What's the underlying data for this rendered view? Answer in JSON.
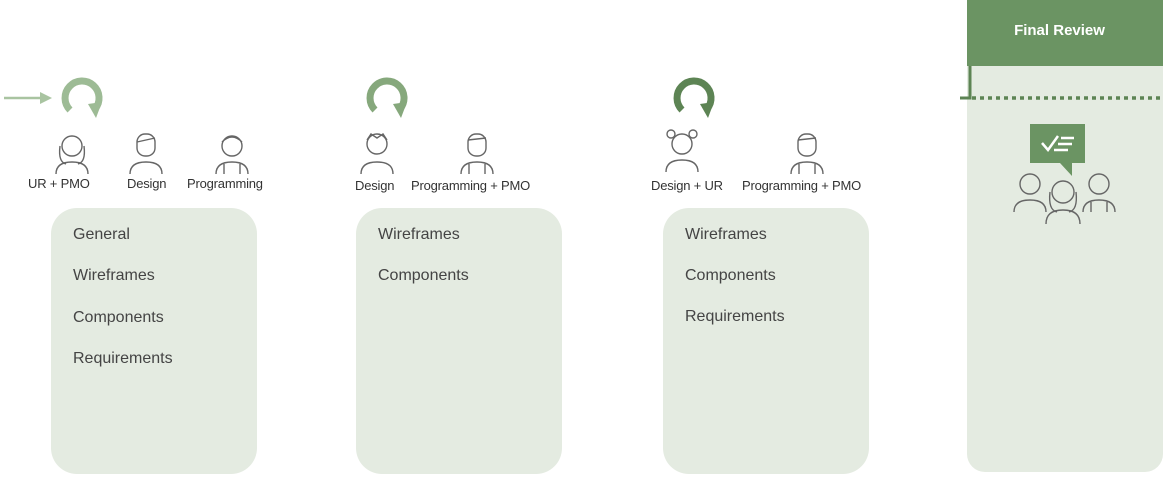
{
  "final_review": {
    "title": "Final Review"
  },
  "stages": [
    {
      "roles": [
        "UR + PMO",
        "Design",
        "Programming"
      ],
      "items": [
        "General",
        "Wireframes",
        "Components",
        "Requirements"
      ]
    },
    {
      "roles": [
        "Design",
        "Programming + PMO"
      ],
      "items": [
        "Wireframes",
        "Components"
      ]
    },
    {
      "roles": [
        "Design + UR",
        "Programming + PMO"
      ],
      "items": [
        "Wireframes",
        "Components",
        "Requirements"
      ]
    }
  ],
  "colors": {
    "light_green": "#9dbb95",
    "mid_green": "#86a87c",
    "dark_green": "#5d8454",
    "panel": "#e4ebe1"
  }
}
